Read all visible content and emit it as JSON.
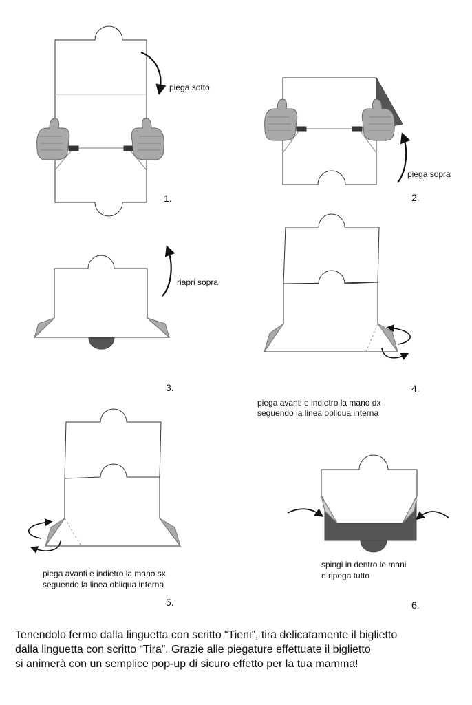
{
  "steps": [
    {
      "number": "1.",
      "caption": [
        "piega sotto"
      ]
    },
    {
      "number": "2.",
      "caption": [
        "piega sopra"
      ]
    },
    {
      "number": "3.",
      "caption": [
        "riapri sopra"
      ]
    },
    {
      "number": "4.",
      "caption": [
        "piega avanti e indietro la mano dx",
        "seguendo la linea obliqua interna"
      ]
    },
    {
      "number": "5.",
      "caption": [
        "piega avanti e indietro la mano sx",
        "seguendo la linea obliqua interna"
      ]
    },
    {
      "number": "6.",
      "caption": [
        "spingi in dentro le mani",
        "e ripega tutto"
      ]
    }
  ],
  "footer": [
    "Tenendolo fermo dalla linguetta con scritto “Tieni”, tira delicatamente il biglietto",
    "dalla linguetta con scritto “Tira”. Grazie alle piegature effettuate il biglietto",
    "si animerà con un semplice pop-up di sicuro effetto per la tua mamma!"
  ],
  "colors": {
    "line": "#333333",
    "dark": "#555555",
    "hand": "#a9a9a9",
    "cuff": "#d8d8d8"
  },
  "icons": [
    "thumbs-up-hand-icon",
    "curved-arrow-icon"
  ]
}
